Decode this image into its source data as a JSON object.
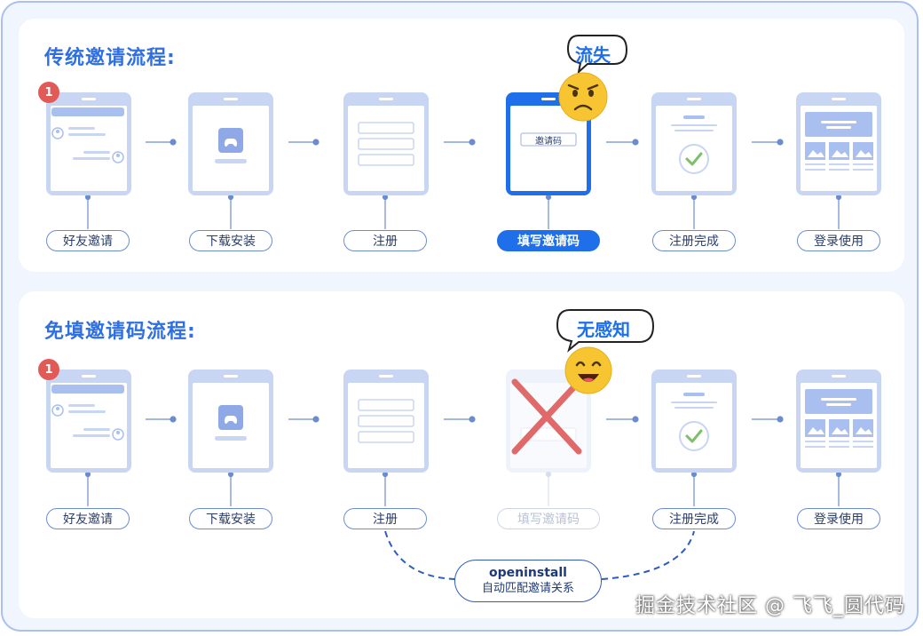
{
  "flows": {
    "traditional": {
      "heading": "传统邀请流程:",
      "badge": "1",
      "steps": [
        "好友邀请",
        "下载安装",
        "注册",
        "填写邀请码",
        "注册完成",
        "登录使用"
      ],
      "phone_field_text": "邀请码",
      "bubble": "流失"
    },
    "free": {
      "heading": "免填邀请码流程:",
      "badge": "1",
      "steps": [
        "好友邀请",
        "下载安装",
        "注册",
        "填写邀请码",
        "注册完成",
        "登录使用"
      ],
      "bubble": "无感知",
      "match_box": {
        "line1": "openinstall",
        "line2": "自动匹配邀请关系"
      }
    }
  },
  "watermark": "掘金技术社区 @ 飞飞_圆代码",
  "colors": {
    "accent": "#1f6fea",
    "card": "#c9d6f3",
    "badge": "#e25a55",
    "cross": "#e06a6a"
  }
}
